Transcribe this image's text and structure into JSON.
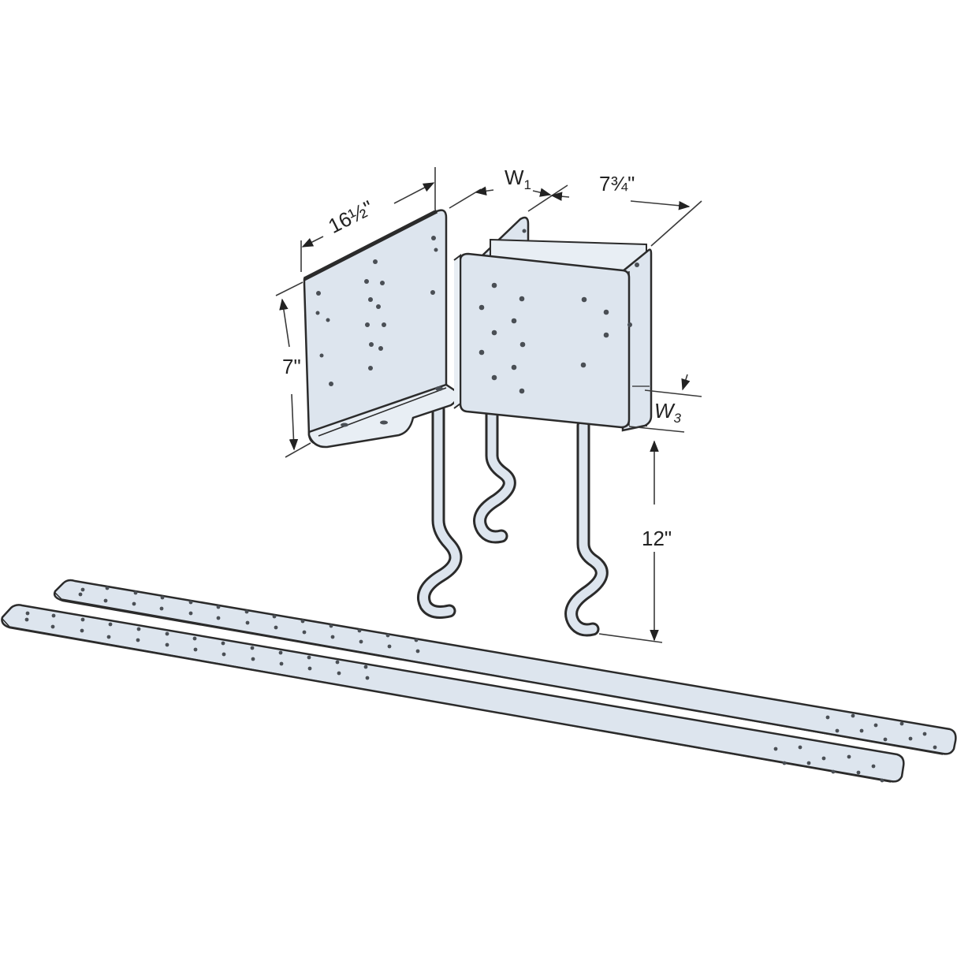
{
  "figure": {
    "subject": "Steel anchor bracket assembly with embedded S-hook anchors and two perforated straps",
    "colors": {
      "steel_fill": "#dde5ee",
      "steel_fill_light": "#e8eef4",
      "outline": "#2b2b2b",
      "dimension_line": "#3a3a3a",
      "background": "#ffffff",
      "hole": "#4a4f55"
    }
  },
  "dimensions": {
    "length_left": {
      "label": "16½\"",
      "meaning": "bracket length"
    },
    "width_w1": {
      "label": "W",
      "sub": "1",
      "meaning": "width W1"
    },
    "length_right": {
      "label": "7¾\"",
      "meaning": "bracket depth"
    },
    "height_left": {
      "label": "7\"",
      "meaning": "bracket height"
    },
    "width_w3": {
      "label": "W",
      "sub": "3",
      "meaning": "width W3"
    },
    "anchor_embed": {
      "label": "12\"",
      "meaning": "anchor embedment depth"
    }
  },
  "parts": [
    {
      "id": "left-bracket",
      "name": "Left angled bracket"
    },
    {
      "id": "right-box-bracket",
      "name": "U-shaped box bracket"
    },
    {
      "id": "anchor-hooks",
      "name": "S-hook anchors",
      "count": 3
    },
    {
      "id": "straps",
      "name": "Perforated straps",
      "count": 2
    }
  ]
}
